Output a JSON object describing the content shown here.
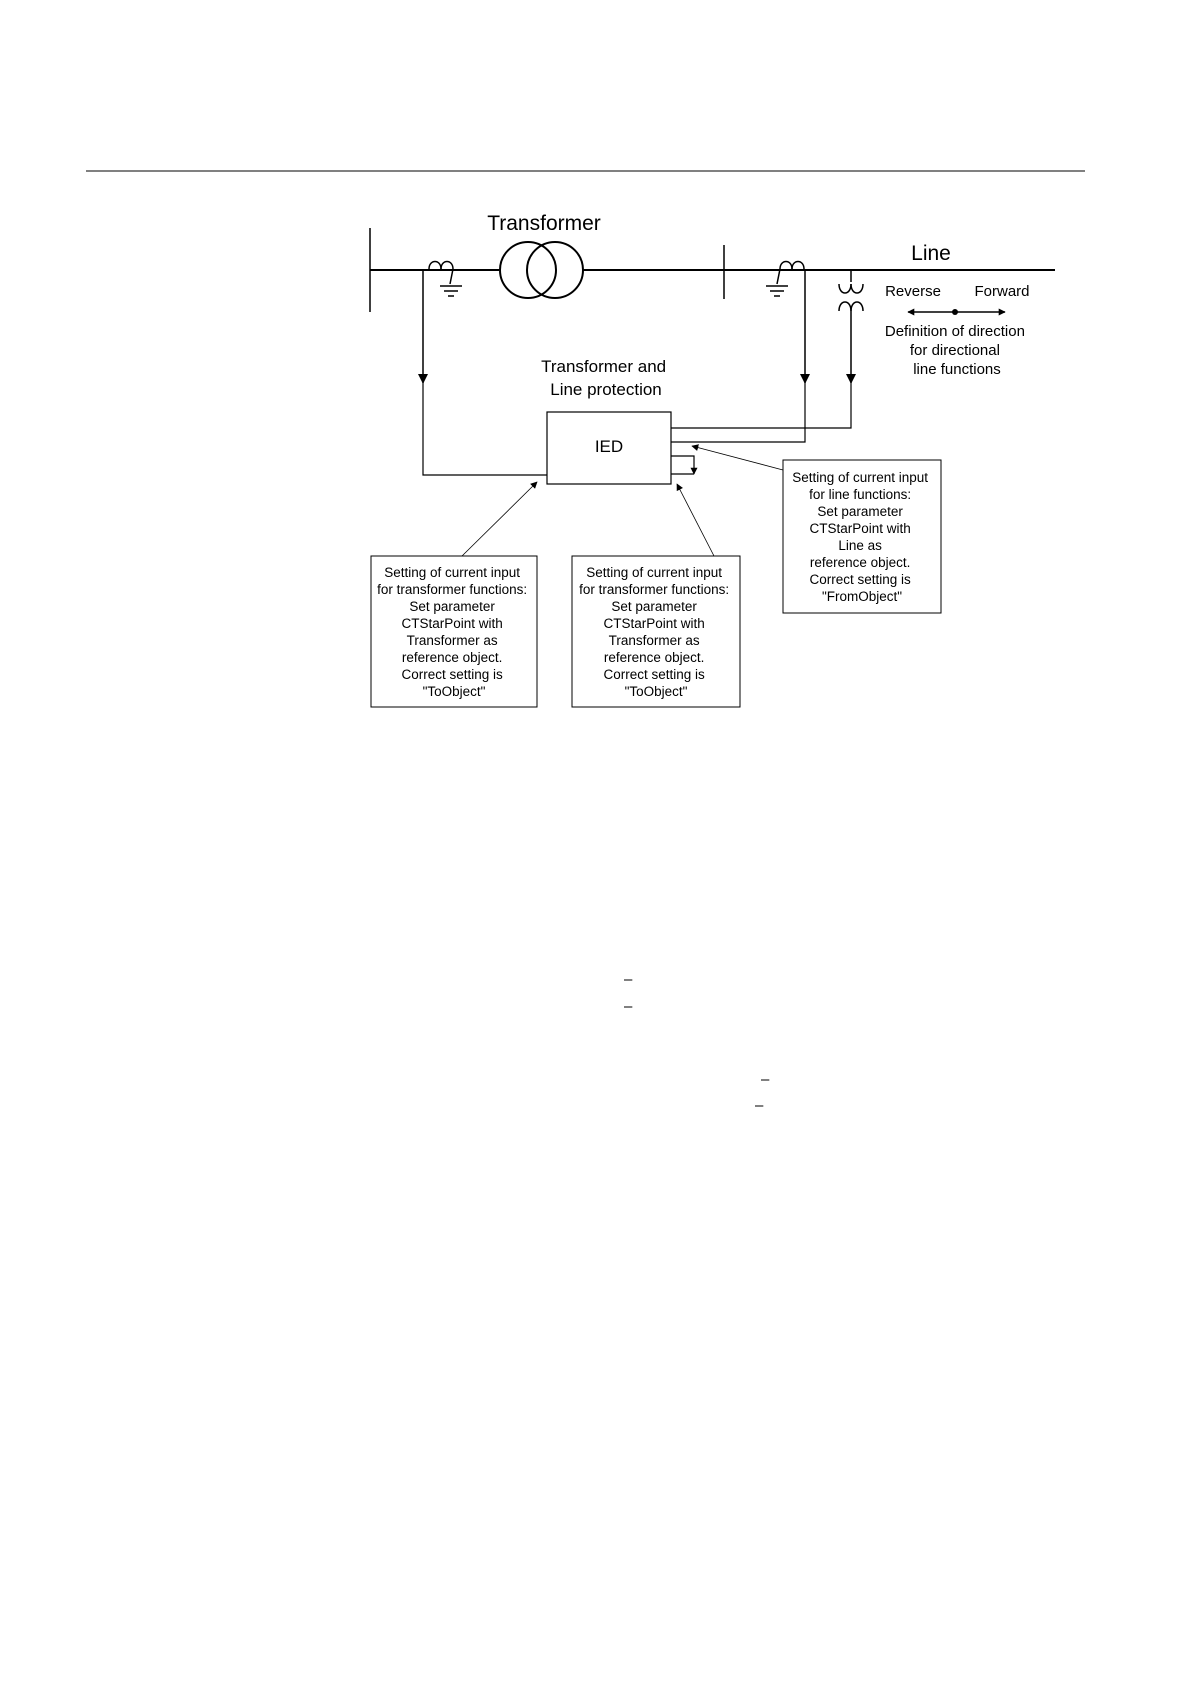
{
  "labels": {
    "transformer": "Transformer",
    "line": "Line",
    "reverse": "Reverse",
    "forward": "Forward",
    "direction_definition": [
      "Definition of direction",
      "for directional",
      "line functions"
    ],
    "protection": [
      "Transformer and",
      "Line protection"
    ],
    "ied": "IED"
  },
  "notes": {
    "transformer_left": [
      "Setting of current input",
      "for transformer functions:",
      "Set parameter",
      "CTStarPoint with",
      "Transformer as",
      "reference object.",
      "Correct setting is",
      "\"ToObject\""
    ],
    "transformer_right": [
      "Setting of current input",
      "for transformer functions:",
      "Set parameter",
      "CTStarPoint with",
      "Transformer as",
      "reference object.",
      "Correct setting is",
      "\"ToObject\""
    ],
    "line": [
      "Setting of current input",
      "for line functions:",
      "Set parameter",
      "CTStarPoint with",
      "Line as",
      "reference object.",
      "Correct setting is",
      "\"FromObject\""
    ]
  },
  "overbar_marks": [
    "–",
    "–",
    "–",
    "–"
  ]
}
